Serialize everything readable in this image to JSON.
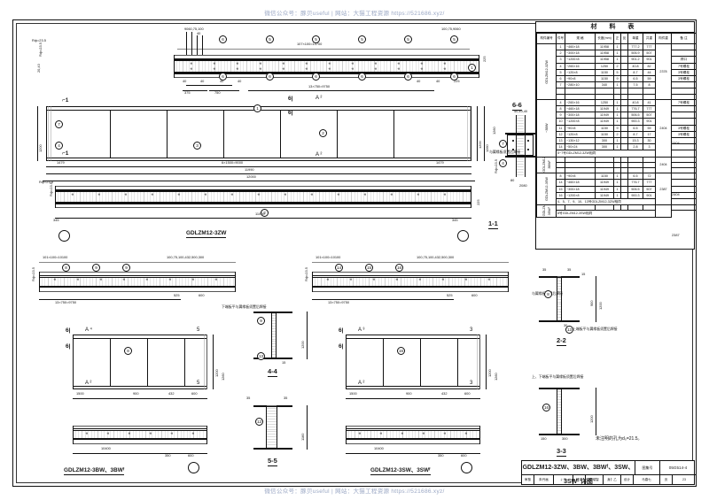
{
  "watermark": {
    "top": "微信公众号：豚贝useful  |  网站：大猫工程资源  https://521686.xyz/",
    "bottom": "微信公众号：豚贝useful  |  网站：大猫工程资源  https://521686.xyz/"
  },
  "materials_table": {
    "title": "材 料 表",
    "headers": {
      "part_no": "构件编号",
      "item_no": "件号",
      "section": "规 格",
      "length": "长度(mm)",
      "qty": "数量",
      "qty_sub": [
        "正",
        "反"
      ],
      "weight": "重量（kg）",
      "weight_sub": [
        "单重",
        "共重",
        "构件重"
      ],
      "remark": "备 注"
    },
    "groups": [
      {
        "name": "GDLZM12-3ZW",
        "total": "2378",
        "rows": [
          {
            "no": "1",
            "spec": "−460×18",
            "len": "11958",
            "zheng": "1",
            "fan": "",
            "unit": "777.2",
            "sum": "777",
            "rem": ""
          },
          {
            "no": "2",
            "spec": "−300×18",
            "len": "11958",
            "zheng": "1",
            "fan": "",
            "unit": "506.9",
            "sum": "507",
            "rem": ""
          },
          {
            "no": "3",
            "spec": "−1200×8",
            "len": "11958",
            "zheng": "1",
            "fan": "",
            "unit": "901.2",
            "sum": "901",
            "rem": "焊口"
          },
          {
            "no": "4",
            "spec": "−260×16",
            "len": "1250",
            "zheng": "2",
            "fan": "",
            "unit": "40.8",
            "sum": "82",
            "rem": "7号螺栓"
          },
          {
            "no": "5",
            "spec": "−120×8",
            "len": "1150",
            "zheng": "5",
            "fan": "",
            "unit": "8.7",
            "sum": "44",
            "rem": "3号螺栓"
          },
          {
            "no": "6",
            "spec": "−90×8",
            "len": "1150",
            "zheng": "9",
            "fan": "",
            "unit": "6.5",
            "sum": "59",
            "rem": "3号螺栓"
          },
          {
            "no": "7",
            "spec": "−280×10",
            "len": "340",
            "zheng": "1",
            "fan": "",
            "unit": "7.5",
            "sum": "8",
            "rem": ""
          }
        ]
      },
      {
        "name": "−3BW",
        "total": "",
        "rows": [
          {
            "no": "4",
            "spec": "−260×16",
            "len": "1250",
            "zheng": "1",
            "fan": "",
            "unit": "40.8",
            "sum": "41",
            "rem": "7号螺栓"
          },
          {
            "no": "8",
            "spec": "−460×18",
            "len": "11949",
            "zheng": "1",
            "fan": "",
            "unit": "776.7",
            "sum": "777",
            "rem": ""
          },
          {
            "no": "9",
            "spec": "−300×18",
            "len": "11949",
            "zheng": "1",
            "fan": "",
            "unit": "506.5",
            "sum": "507",
            "rem": ""
          },
          {
            "no": "10",
            "spec": "−1200×8",
            "len": "11949",
            "zheng": "1",
            "fan": "",
            "unit": "900.3",
            "sum": "901",
            "rem": ""
          },
          {
            "no": "11",
            "spec": "−90×8",
            "len": "1150",
            "zheng": "9",
            "fan": "",
            "unit": "6.5",
            "sum": "59",
            "rem": "3号螺栓"
          },
          {
            "no": "12",
            "spec": "−120×8",
            "len": "1150",
            "zheng": "2",
            "fan": "",
            "unit": "8.7",
            "sum": "17",
            "rem": "3号螺栓"
          },
          {
            "no": "13",
            "spec": "−130×12",
            "len": "300",
            "zheng": "1",
            "fan": "",
            "unit": "15.3",
            "sum": "30",
            "rem": ""
          },
          {
            "no": "14",
            "spec": "−50×24",
            "len": "300",
            "zheng": "1",
            "fan": "",
            "unit": "2.8",
            "sum": "3",
            "rem": ""
          }
        ],
        "note": "5~7号GDLZM12-3ZW相同"
      },
      {
        "name": "GDLZM12-3BWᶠ",
        "total": "2404",
        "rows": []
      },
      {
        "name": "GDLZM12-3SW",
        "total": "2404",
        "rows": [
          {
            "no": "8",
            "spec": "−90×8",
            "len": "1150",
            "zheng": "1",
            "fan": "",
            "unit": "6.5",
            "sum": "72",
            "rem": ""
          },
          {
            "no": "14",
            "spec": "−460×18",
            "len": "11949",
            "zheng": "1",
            "fan": "",
            "unit": "776.7",
            "sum": "777",
            "rem": ""
          },
          {
            "no": "15",
            "spec": "−300×18",
            "len": "11949",
            "zheng": "1",
            "fan": "",
            "unit": "506.5",
            "sum": "507",
            "rem": ""
          },
          {
            "no": "16",
            "spec": "−1200×8",
            "len": "11949",
            "zheng": "1",
            "fan": "",
            "unit": "900.3",
            "sum": "901",
            "rem": ""
          }
        ],
        "note": "4、5、7、9、10、13号GDLZM12-3ZW相同"
      },
      {
        "name": "GDLZM12-3SWᶠ",
        "total": "2387",
        "rows": [],
        "note": "8号GDLZM12-3SW相同"
      }
    ]
  },
  "views": [
    {
      "id": "view-top-elevation",
      "label": ""
    },
    {
      "id": "view-plan-3zw",
      "label": "GDLZM12-3ZW"
    },
    {
      "id": "view-plan-3bw",
      "label": "GDLZM12-3BW、3BWᶠ"
    },
    {
      "id": "view-plan-3sw",
      "label": "GDLZM12-3SW、3SWᶠ"
    }
  ],
  "sections": [
    {
      "name": "1-1"
    },
    {
      "name": "2-2"
    },
    {
      "name": "3-3"
    },
    {
      "name": "4-4"
    },
    {
      "name": "5-5"
    },
    {
      "name": "6-6"
    }
  ],
  "dimensions": {
    "top_span": "107×100=10700",
    "top_pitch": "13×750=9750",
    "top_left_a": "9060,75,100",
    "top_left_b": "40",
    "top_left_c": "375",
    "top_left_d": "750",
    "top_right_a": "100,75,9060",
    "top_right_b": "225",
    "plan_left": "1479",
    "plan_mid": "6×1500=9000",
    "plan_right": "1479",
    "plan_total_inner": "11990",
    "plan_total": "12000",
    "bottom_span": "11000",
    "bottom_edge_l": "345",
    "bottom_edge_r": "345",
    "height_1200": "1200",
    "height_1260": "1260",
    "height_1160": "1160",
    "grade": "Rф=23.5",
    "mid_lower": "101×100=10100",
    "mid_pitch": "13×750=9750",
    "mid_b1": "1500",
    "mid_b2": "900",
    "mid_b3": "432",
    "mid_b4": "600",
    "mid_b5": "350",
    "mid_bottom_span": "10400",
    "mid_100": "100",
    "d_900": "900",
    "d_300": "300",
    "d_150": "150",
    "d_15": "15",
    "d_35": "35",
    "d_20": "20",
    "d_30": "30",
    "d_80": "80",
    "d_2080": "2080"
  },
  "annotations": {
    "note_hole": "未注明的孔为d₀=21.5。",
    "weld_note_1": "下端板平与翼缘板须置后焊接",
    "weld_note_2": "与翼缘板须置后焊接",
    "weld_note_3": "上端板平与翼缘板须置后焊接",
    "weld_note_4": "上、下端板平与翼缘板须置后焊接",
    "weld_note_5": "与翼缘板须置后焊接"
  },
  "title_block": {
    "drawing_name": "GDLZM12-3ZW、3BW、3BWᶠ、3SW、3SWᶠ 详图",
    "atlas_label": "图集号",
    "atlas_no": "05G514-4",
    "page_label": "页",
    "page_no": "23",
    "row2": [
      {
        "label": "审核",
        "value": "朱丹画"
      },
      {
        "label": "",
        "value": "彳亍"
      },
      {
        "label": "校对",
        "value": "李瑞智"
      },
      {
        "label": "",
        "value": "身扌乙"
      },
      {
        "label": "设计",
        "value": "马春慧"
      },
      {
        "label": "",
        "value": "马春七"
      }
    ]
  }
}
